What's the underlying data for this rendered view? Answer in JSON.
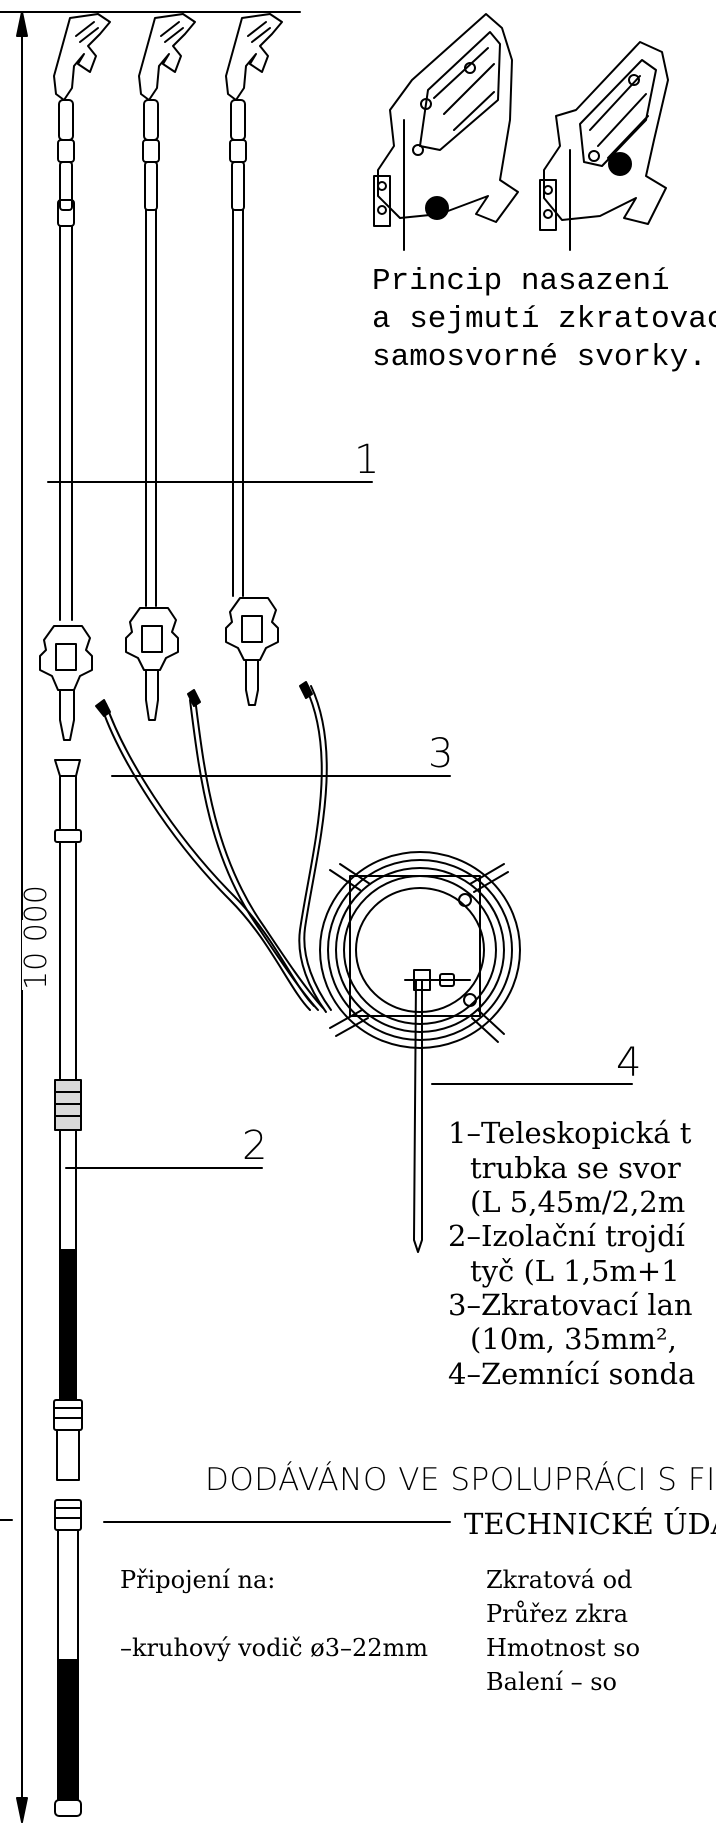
{
  "principle": {
    "line1": "Princip nasazení",
    "line2": "a sejmutí zkratovací",
    "line3": "samosvorné svorky."
  },
  "callouts": {
    "c1": "1",
    "c2": "2",
    "c3": "3",
    "c4": "4"
  },
  "dimension": "10 000",
  "legend": {
    "item1_line1": "1–Teleskopická t",
    "item1_line2": "trubka se svor",
    "item1_line3": "(L 5,45m/2,2m",
    "item2_line1": "2–Izolační trojdí",
    "item2_line2": "tyč (L 1,5m+1",
    "item3_line1": "3–Zkratovací lan",
    "item3_line2": "(10m, 35mm², ",
    "item4_line1": "4–Zemnící sonda"
  },
  "supply_note": "DODÁVÁNO VE SPOLUPRÁCI S FIR",
  "tech_title": "TECHNICKÉ ÚDAJ",
  "left_specs": {
    "connection_label": "Připojení na:",
    "connection_value": "–kruhový vodič ø3–22mm"
  },
  "right_specs": {
    "line1": "Zkratová od",
    "line2": "Průřez zkra",
    "line3": "Hmotnost so",
    "line4": "Balení – so"
  }
}
